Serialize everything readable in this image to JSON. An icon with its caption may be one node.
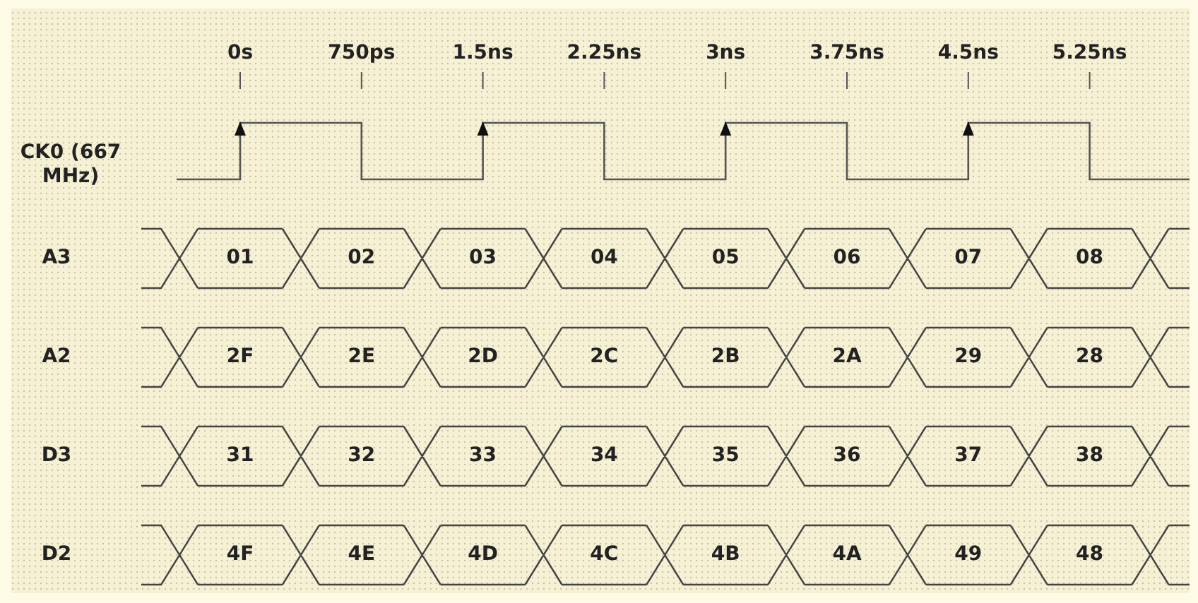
{
  "diagram": {
    "labels": [
      "0s",
      "750ps",
      "1.5ns",
      "2.25ns",
      "3ns",
      "3.75ns",
      "4.5ns",
      "5.25ns",
      "CK0 (667 MHz)",
      "A3",
      "01",
      "02",
      "03",
      "04",
      "05",
      "06",
      "07",
      "08",
      "A2",
      "2F",
      "2E",
      "2D",
      "2C",
      "2B",
      "2A",
      "29",
      "28",
      "D3",
      "31",
      "32",
      "33",
      "34",
      "35",
      "36",
      "37",
      "38",
      "D2",
      "4F",
      "4E",
      "4D",
      "4C",
      "4B",
      "4A",
      "49",
      "48"
    ]
  }
}
